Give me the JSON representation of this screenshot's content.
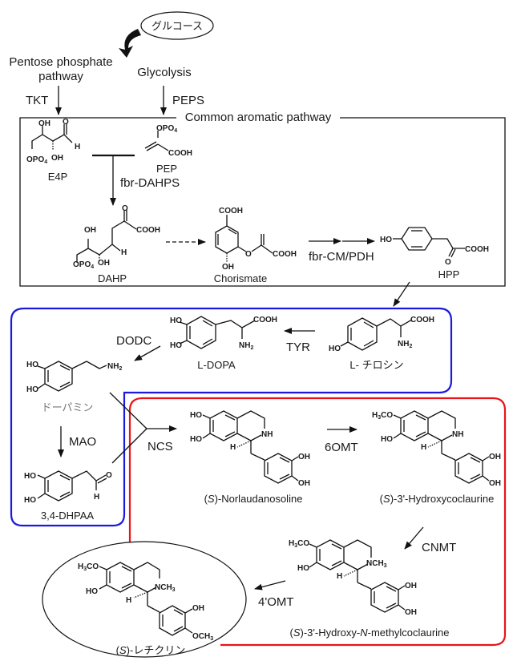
{
  "start": {
    "label": "グルコース"
  },
  "upstream": {
    "pentose": [
      "Pentose phosphate",
      "pathway"
    ],
    "glycolysis": "Glycolysis",
    "enzyme_tkt": "TKT",
    "enzyme_peps": "PEPS"
  },
  "common_box": {
    "title": "Common aromatic pathway",
    "compounds": {
      "e4p": "E4P",
      "pep": "PEP",
      "dahp": "DAHP",
      "chorismate": "Chorismate",
      "hpp": "HPP"
    },
    "enzymes": {
      "dahps": "fbr-DAHPS",
      "cm_pdh": "fbr-CM/PDH"
    },
    "atoms": {
      "oh": "OH",
      "o": "O",
      "h": "H",
      "opo4": "OPO",
      "sub4": "4",
      "cooh": "COOH",
      "ho": "HO"
    }
  },
  "blue_box": {
    "compounds": {
      "ldopa": "L-DOPA",
      "tyrosine": "L- チロシン",
      "dopamine": "ドーパミン",
      "dhpaa": "3,4-DHPAA"
    },
    "enzymes": {
      "dodc": "DODC",
      "tyr": "TYR",
      "mao": "MAO"
    },
    "atoms": {
      "nh2": "NH",
      "sub2": "2"
    }
  },
  "red_box": {
    "compounds": {
      "norlaudanosoline": [
        "(",
        "S",
        ")-Norlaudanosoline"
      ],
      "hydroxycoclaurine": [
        "(",
        "S",
        ")-3'-Hydroxycoclaurine"
      ],
      "hydroxy_n_methylcoclaurine": [
        "(",
        "S",
        ")-3'-Hydroxy-",
        "N",
        "-methylcoclaurine"
      ]
    },
    "enzymes": {
      "ncs": "NCS",
      "omt6": "6OMT",
      "cnmt": "CNMT",
      "omt4": "4'OMT"
    },
    "atoms": {
      "nh": "NH",
      "nch3": "NCH",
      "h3co": "H",
      "co": "CO",
      "sub3": "3",
      "och3": "OCH"
    }
  },
  "product": {
    "label": [
      "(",
      "S",
      ")-レチクリン"
    ]
  },
  "colors": {
    "blue_box": "#1a1adf",
    "red_box": "#e8141a",
    "ink": "#111111"
  }
}
